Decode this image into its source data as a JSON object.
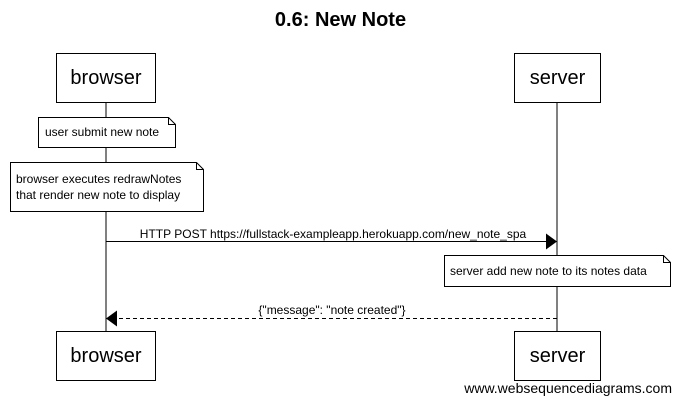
{
  "diagram": {
    "title": "0.6: New Note",
    "participants": [
      {
        "id": "browser",
        "label": "browser"
      },
      {
        "id": "server",
        "label": "server"
      }
    ],
    "notes": [
      {
        "over": "browser",
        "lines": [
          "user submit new note"
        ]
      },
      {
        "over": "browser",
        "lines": [
          "browser executes redrawNotes",
          "that render new note to display"
        ]
      },
      {
        "over": "server",
        "lines": [
          "server add new note to its notes data"
        ]
      }
    ],
    "messages": [
      {
        "from": "browser",
        "to": "server",
        "label": "HTTP POST https://fullstack-exampleapp.herokuapp.com/new_note_spa",
        "style": "solid"
      },
      {
        "from": "server",
        "to": "browser",
        "label": "{\"message\": \"note created\"}",
        "style": "dashed"
      }
    ],
    "watermark": "www.websequencediagrams.com"
  }
}
